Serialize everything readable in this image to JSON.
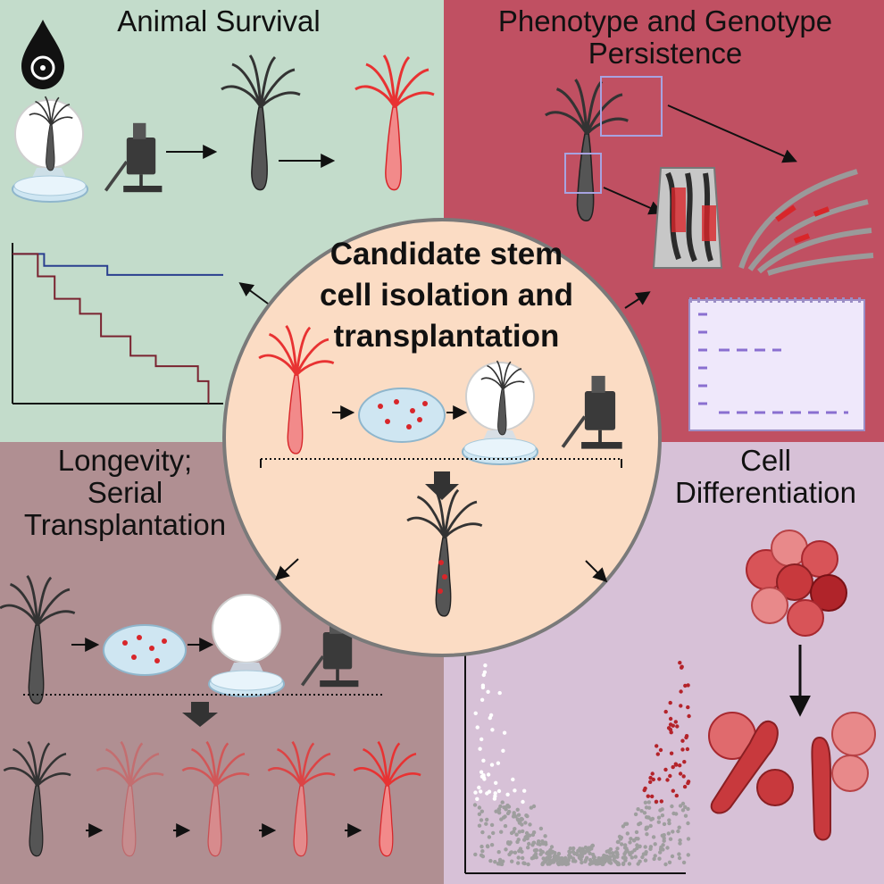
{
  "colors": {
    "survival_bg": "#c3dccb",
    "persistence_bg": "#c05062",
    "longevity_bg": "#b08f92",
    "differentiation_bg": "#d7c1d7",
    "center_bg": "#fbdcc4",
    "center_border": "#7a7a7a",
    "red_cell": "#c8393d",
    "dark_red": "#a8282f"
  },
  "quadrants": {
    "survival": {
      "title": "Animal Survival"
    },
    "persistence": {
      "title_line1": "Phenotype and Genotype",
      "title_line2": "Persistence"
    },
    "longevity": {
      "title_line1": "Longevity;",
      "title_line2": "Serial",
      "title_line3": "Transplantation"
    },
    "differentiation": {
      "title_line1": "Cell",
      "title_line2": "Differentiation"
    }
  },
  "center": {
    "title_line1": "Candidate stem",
    "title_line2": "cell isolation and",
    "title_line3": "transplantation"
  },
  "icons": [
    "biohazard-drop-icon",
    "hydra-icon",
    "petri-dish-icon",
    "micropipette-icon",
    "arrow-icon",
    "gel-icon"
  ],
  "chart_data": [
    {
      "type": "line",
      "series": [
        {
          "x": [
            0,
            0.15,
            0.15,
            0.45,
            0.45,
            1.0
          ],
          "y": [
            1.0,
            1.0,
            0.92,
            0.92,
            0.86,
            0.86
          ]
        },
        {
          "x": [
            0,
            0.12,
            0.12,
            0.2,
            0.2,
            0.32,
            0.32,
            0.42,
            0.42,
            0.56,
            0.56,
            0.68,
            0.68,
            0.88,
            0.88,
            0.93,
            0.93
          ],
          "y": [
            1.0,
            1.0,
            0.85,
            0.85,
            0.7,
            0.7,
            0.6,
            0.6,
            0.45,
            0.45,
            0.32,
            0.32,
            0.25,
            0.25,
            0.15,
            0.15,
            0.0
          ]
        }
      ],
      "xlim": [
        0,
        1
      ],
      "ylim": [
        0,
        1.05
      ],
      "grid": false
    },
    {
      "type": "scatter"
    }
  ]
}
